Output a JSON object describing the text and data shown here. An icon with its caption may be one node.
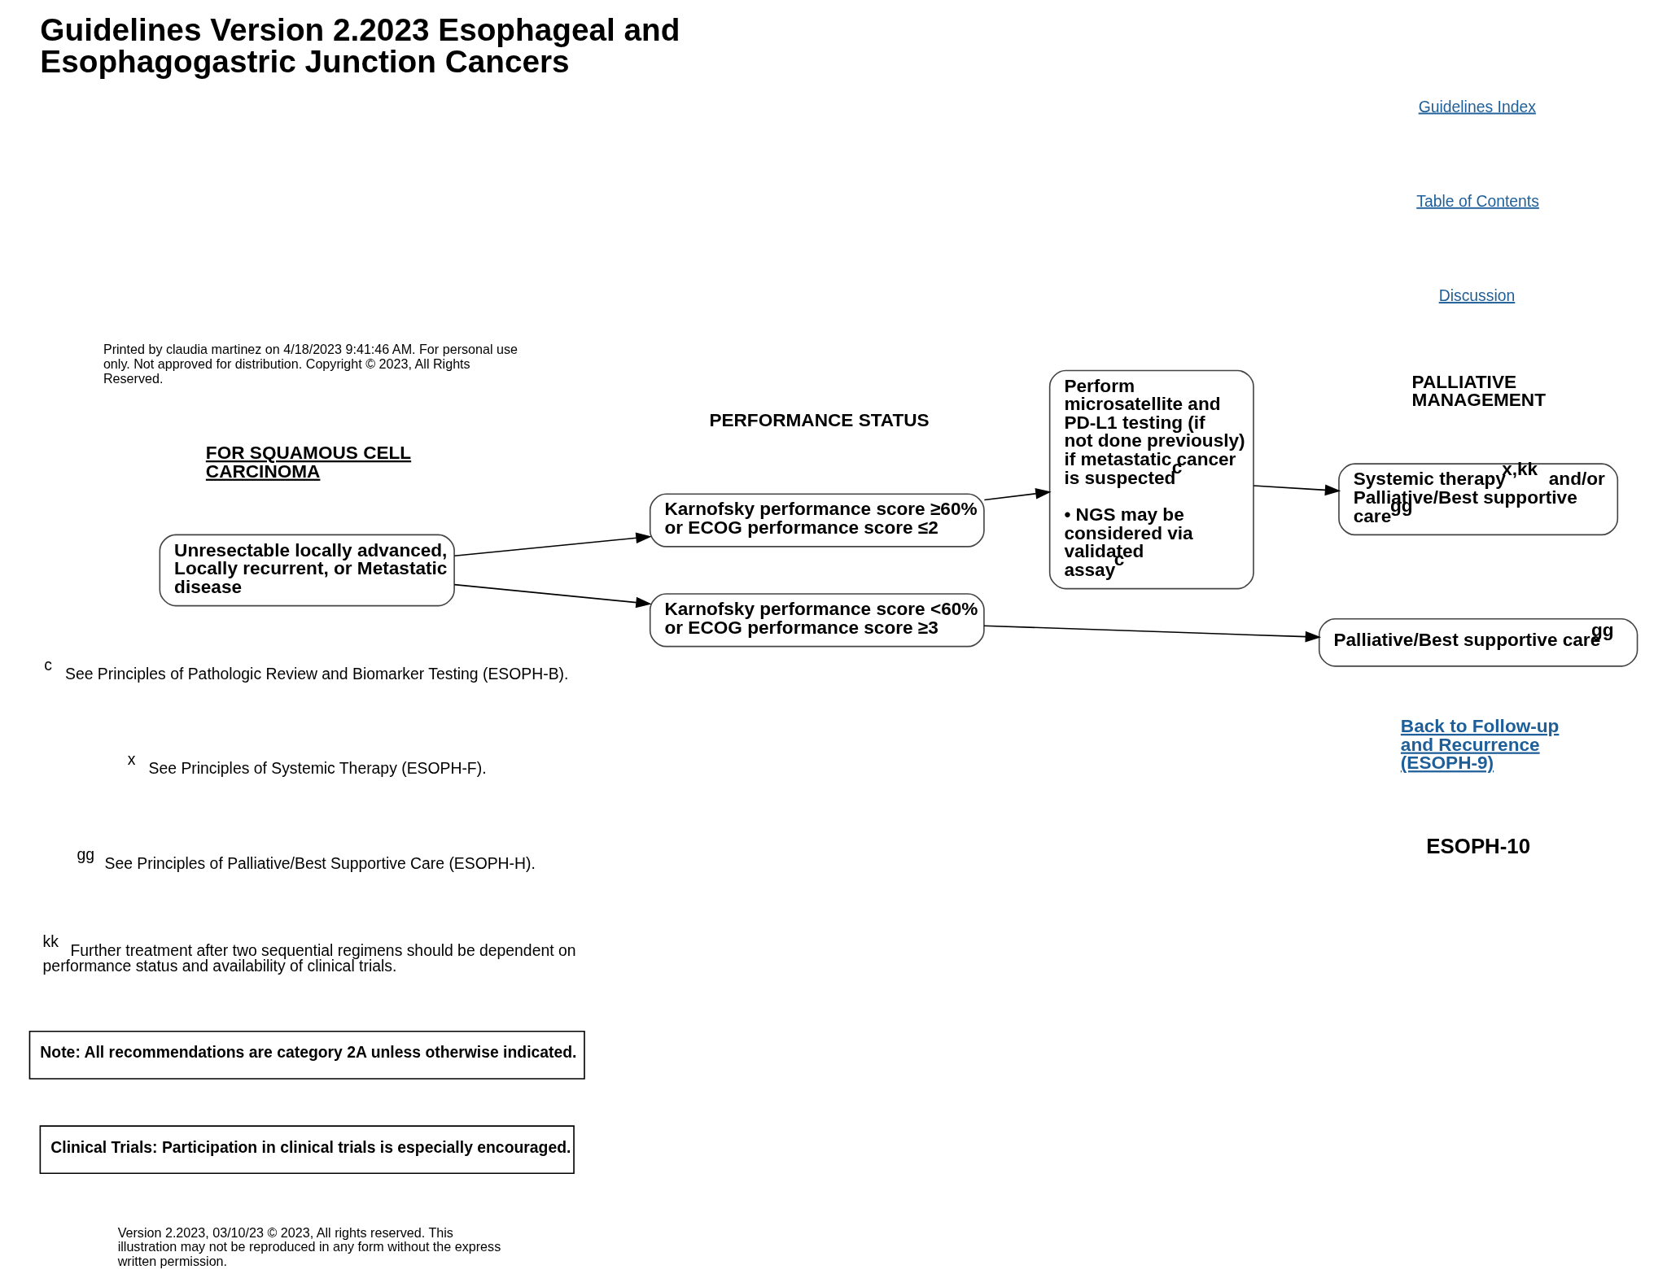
{
  "diagram": {
    "title": "Guidelines Version 2.2023 Esophageal and Esophagogastric Junction Cancers",
    "nodes": [
      {
        "text": [
          "Unresectable locally advanced, Locally recurrent, or Metastatic disease"
        ]
      },
      {
        "text": [
          "Karnofsky performance score ≥60% or ECOG performance score ≤2"
        ]
      },
      {
        "text": [
          "Perform microsatellite and PD-L1 testing (if not done previously) if metastatic cancer is suspected$^{c}$",
          "• NGS may be considered via validated assay$^{c}$"
        ]
      },
      {
        "text": [
          "Systemic therapy$^{x,kk}$ and/or Palliative/Best supportive care$^{gg}$"
        ]
      },
      {
        "text": [
          "Karnofsky performance score <60% or ECOG performance score ≥3"
        ]
      },
      {
        "text": [
          "Palliative/Best supportive care$^{gg}$"
        ]
      }
    ],
    "edges": [
      {
        "from": 0,
        "to": 1,
        "arrow": "to"
      },
      {
        "from": 0,
        "to": 4,
        "arrow": "to"
      },
      {
        "from": 1,
        "to": 2,
        "arrow": "to"
      },
      {
        "from": 2,
        "to": 3,
        "arrow": "to"
      },
      {
        "from": 4,
        "to": 5,
        "arrow": "to"
      }
    ],
    "labels": [
      "Printed by claudia martinez on 4/18/2023 9:41:46 AM. For personal use only. Not approved for distribution. Copyright © 2023, All Rights Reserved.",
      "Guidelines Index",
      "Table of Contents",
      "Discussion",
      "FOR SQUAMOUS CELL CARCINOMA",
      "PERFORMANCE STATUS",
      "PALLIATIVE MANAGEMENT",
      "$^{c}$ See Principles of Pathologic Review and Biomarker Testing (ESOPH-B).",
      "$^{x}$ See Principles of Systemic Therapy (ESOPH-F).",
      "$^{gg}$ See Principles of Palliative/Best Supportive Care (ESOPH-H).",
      "$^{kk}$ Further treatment after two sequential regimens should be dependent on performance status and availability of clinical trials.",
      "Back to Follow-up and Recurrence (ESOPH-9)",
      "Note: All recommendations are category 2A unless otherwise indicated.",
      "Clinical Trials: Participation in clinical trials is especially encouraged.",
      "ESOPH-10",
      "Version 2.2023, 03/10/23 © 2023, All rights reserved. This illustration may not be reproduced in any form without the express written permission."
    ]
  }
}
